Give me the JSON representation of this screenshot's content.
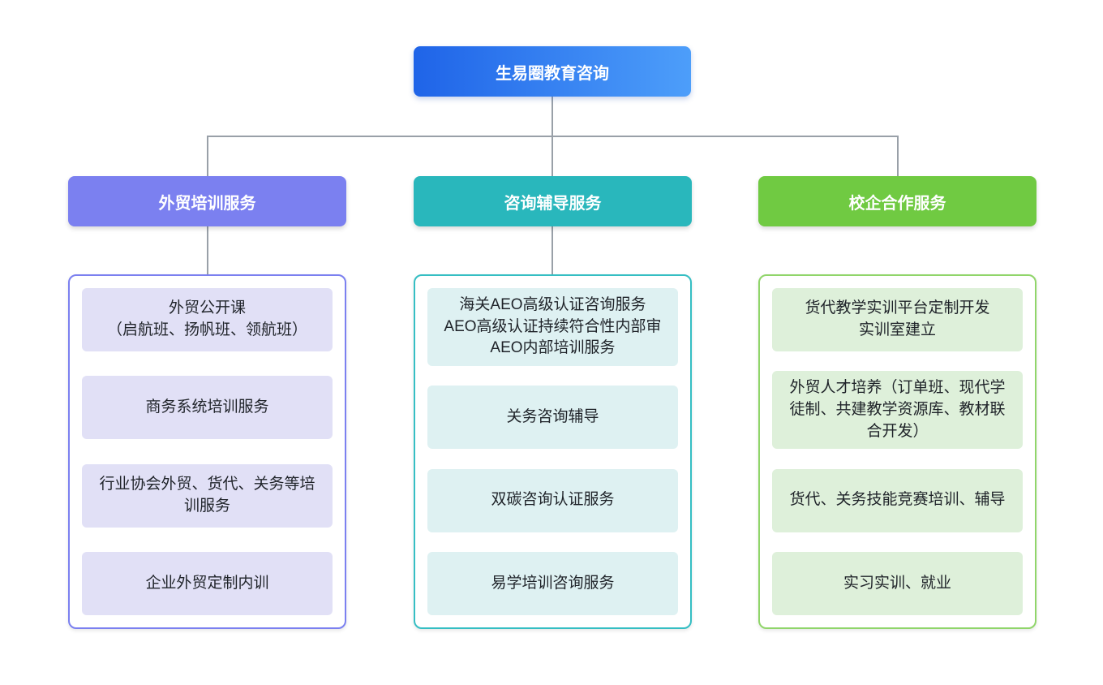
{
  "root": {
    "label": "生易圈教育咨询",
    "gradient_from": "#1f64e8",
    "gradient_to": "#4d9efa"
  },
  "connectors": {
    "color": "#99a0a8"
  },
  "branches": [
    {
      "header": "外贸培训服务",
      "accent": "#7b80f0",
      "container_border": "#7b80f0",
      "item_bg": "#e1e0f6",
      "items": [
        [
          "外贸公开课",
          "（启航班、扬帆班、领航班）"
        ],
        "商务系统培训服务",
        [
          "行业协会外贸、货代、关务等培",
          "训服务"
        ],
        "企业外贸定制内训"
      ]
    },
    {
      "header": "咨询辅导服务",
      "accent": "#29b7bc",
      "container_border": "#35bec3",
      "item_bg": "#def1f2",
      "items": [
        [
          "海关AEO高级认证咨询服务",
          "AEO高级认证持续符合性内部审",
          "AEO内部培训服务"
        ],
        "关务咨询辅导",
        "双碳咨询认证服务",
        "易学培训咨询服务"
      ]
    },
    {
      "header": "校企合作服务",
      "accent": "#70ca42",
      "container_border": "#90d56a",
      "item_bg": "#def0da",
      "items": [
        [
          "货代教学实训平台定制开发",
          "实训室建立"
        ],
        [
          "外贸人才培养（订单班、现代学",
          "徒制、共建教学资源库、教材联",
          "合开发）"
        ],
        "货代、关务技能竞赛培训、辅导",
        "实习实训、就业"
      ]
    }
  ]
}
